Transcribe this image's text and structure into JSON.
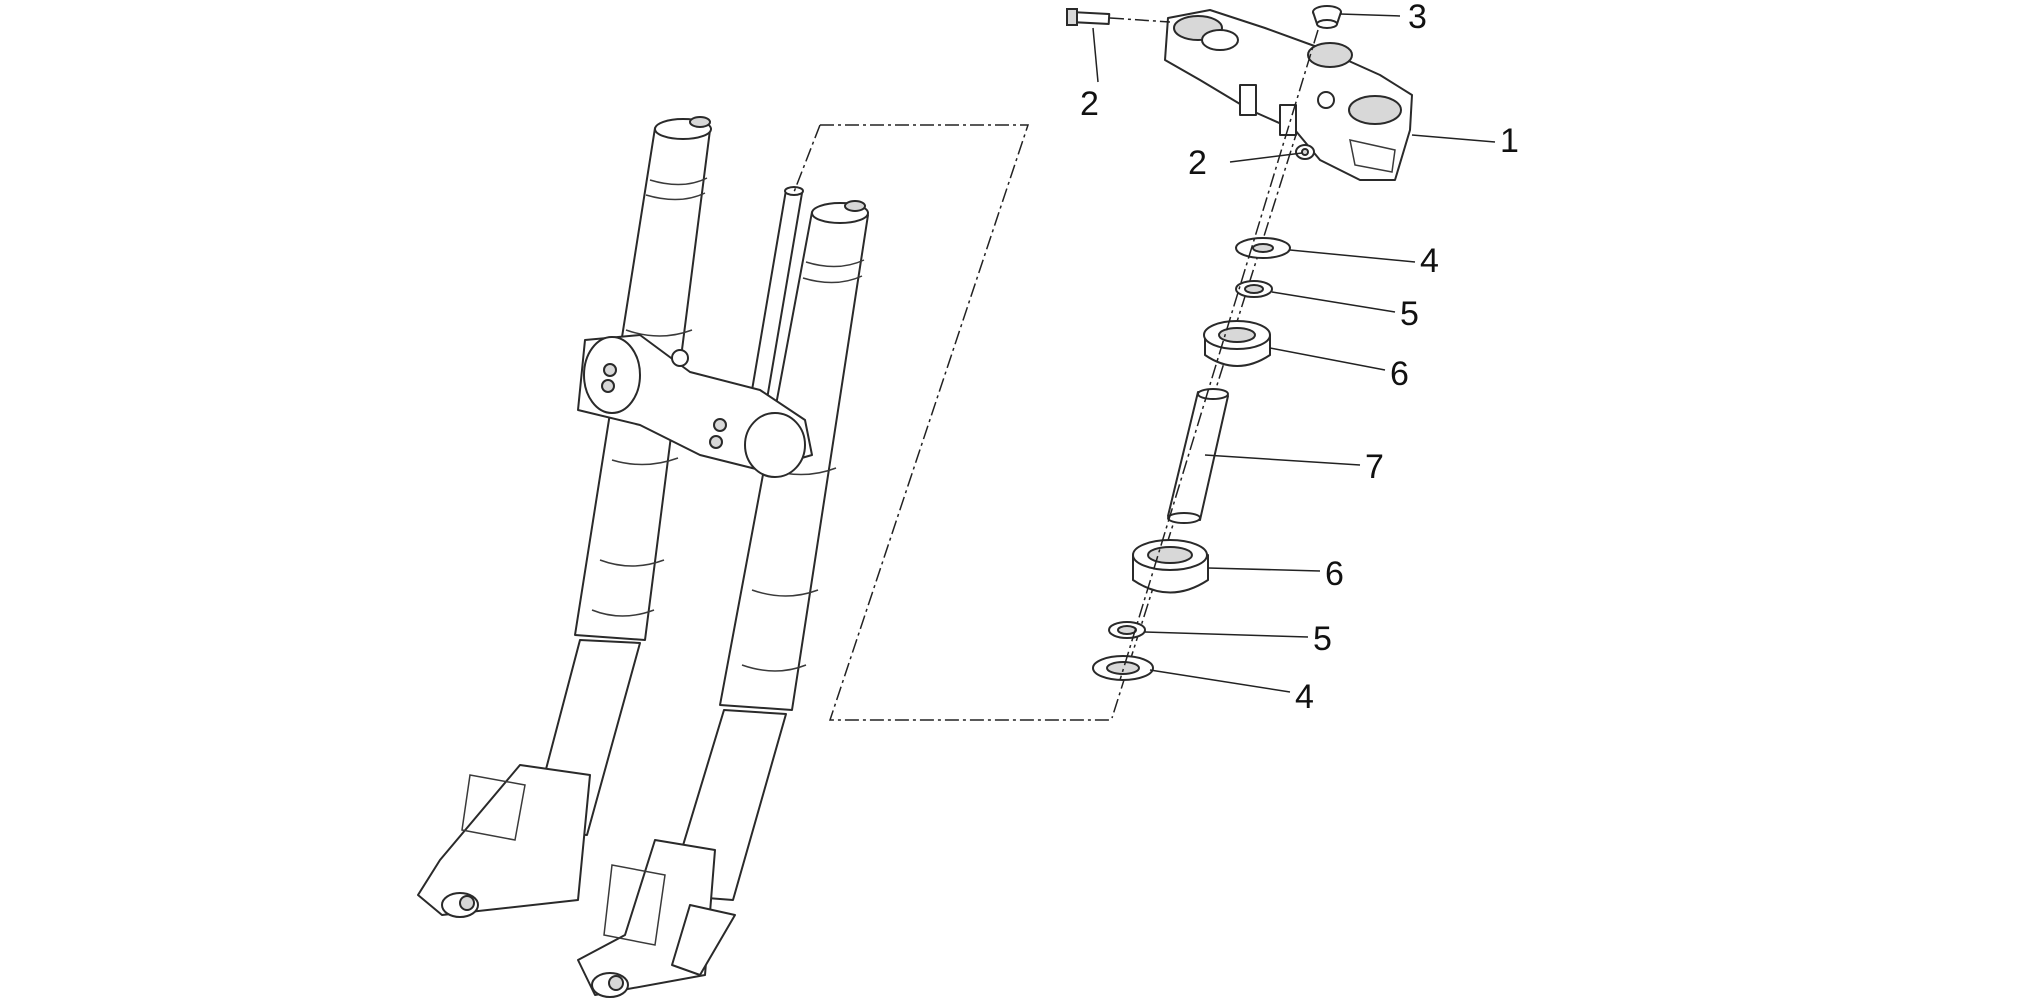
{
  "callouts": [
    {
      "id": "top-clamp",
      "label": "1"
    },
    {
      "id": "bolt-left",
      "label": "2"
    },
    {
      "id": "bolt-center",
      "label": "2"
    },
    {
      "id": "cap",
      "label": "3"
    },
    {
      "id": "washer-upper",
      "label": "4"
    },
    {
      "id": "washer-lower",
      "label": "4"
    },
    {
      "id": "ring-upper",
      "label": "5"
    },
    {
      "id": "ring-lower",
      "label": "5"
    },
    {
      "id": "bearing-upper",
      "label": "6"
    },
    {
      "id": "bearing-lower",
      "label": "6"
    },
    {
      "id": "steering-tube",
      "label": "7"
    }
  ],
  "colors": {
    "line": "#2a2a2a",
    "fill": "#ffffff",
    "shade": "#d8d8d8"
  }
}
